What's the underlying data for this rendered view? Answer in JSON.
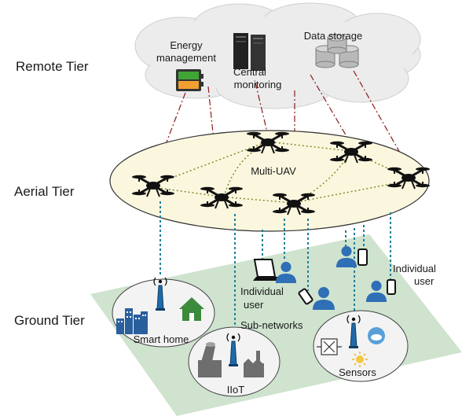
{
  "tiers": {
    "remote": "Remote Tier",
    "aerial": "Aerial Tier",
    "ground": "Ground Tier"
  },
  "cloud": {
    "energy_line1": "Energy",
    "energy_line2": "management",
    "central_line1": "Central",
    "central_line2": "monitoring",
    "storage": "Data storage"
  },
  "aerial": {
    "label": "Multi-UAV"
  },
  "ground": {
    "individual_user_left_line1": "Individual",
    "individual_user_left_line2": "user",
    "individual_user_right_line1": "Individual",
    "individual_user_right_line2": "user",
    "sub_networks": "Sub-networks",
    "smart_home": "Smart home",
    "iiot": "IIoT",
    "sensors": "Sensors"
  },
  "colors": {
    "ground_plane": "#cfe3cf",
    "aerial_ellipse": "#fbf7df",
    "link_teal": "#1f7f9a",
    "link_red": "#8b1a1a",
    "mesh_green": "#7a8f2a",
    "user_blue": "#2f6fb5",
    "battery_green": "#3fa535",
    "battery_orange": "#f0a030",
    "house_green": "#3c8a3c",
    "building_blue": "#2a5f9e"
  },
  "icons": [
    "uav-icon",
    "server-icon",
    "database-icon",
    "battery-icon",
    "tower-icon",
    "user-icon",
    "laptop-icon",
    "phone-icon",
    "house-icon",
    "building-icon",
    "factory-icon",
    "sensor-icon",
    "sun-icon",
    "cloud-icon"
  ]
}
